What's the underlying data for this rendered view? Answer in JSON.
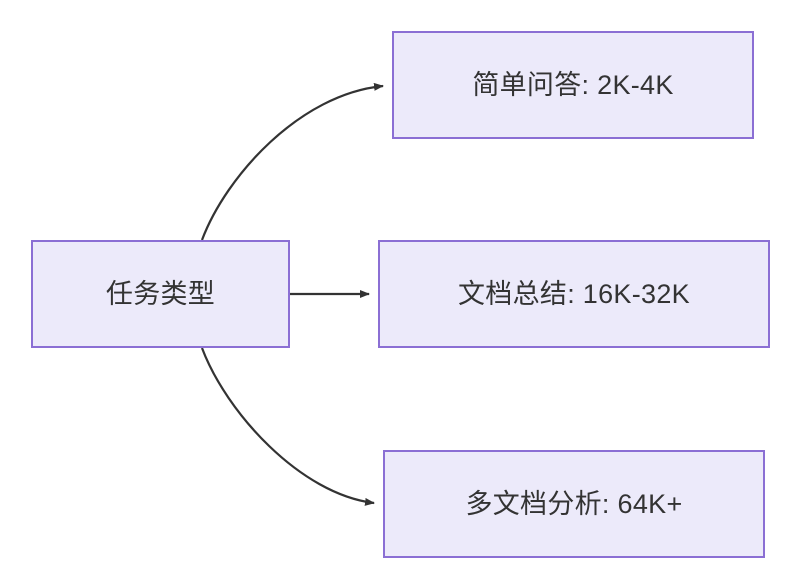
{
  "diagram": {
    "type": "flowchart",
    "direction": "left-to-right",
    "background_color": "#FFFFFF",
    "node_fill_color": "#ECEAFA",
    "node_border_color": "#8B6FD4",
    "node_text_color": "#333333",
    "edge_color": "#333333",
    "nodes": [
      {
        "id": "source",
        "label": "任务类型"
      },
      {
        "id": "simple_qa",
        "label": "简单问答: 2K-4K"
      },
      {
        "id": "doc_summary",
        "label": "文档总结: 16K-32K"
      },
      {
        "id": "multi_doc",
        "label": "多文档分析: 64K+"
      }
    ],
    "edges": [
      {
        "id": "edge-source-simple-qa",
        "from": "source",
        "to": "simple_qa",
        "label": "",
        "style": "curved",
        "arrowhead": "triangle"
      },
      {
        "id": "edge-source-doc-summary",
        "from": "source",
        "to": "doc_summary",
        "label": "",
        "style": "straight",
        "arrowhead": "triangle"
      },
      {
        "id": "edge-source-multi-doc",
        "from": "source",
        "to": "multi_doc",
        "label": "",
        "style": "curved",
        "arrowhead": "triangle"
      }
    ]
  }
}
